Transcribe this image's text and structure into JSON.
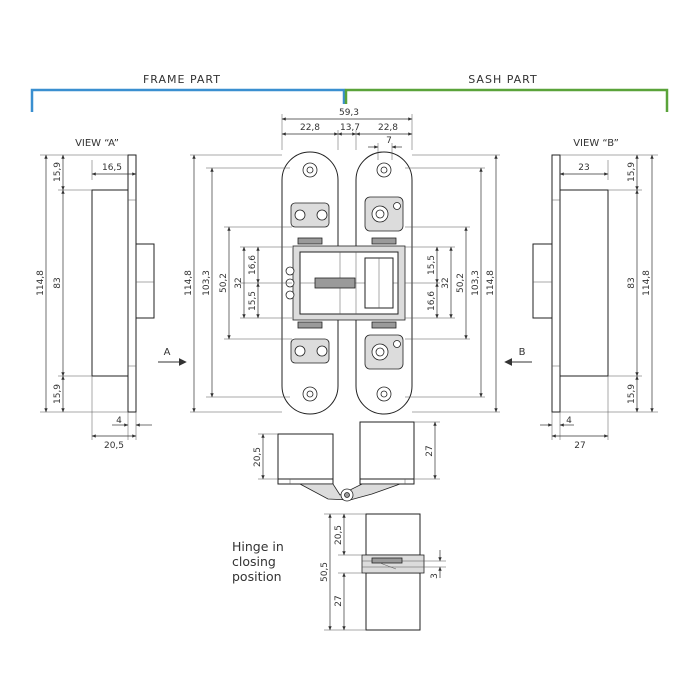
{
  "headers": {
    "frame_part": "FRAME PART",
    "sash_part": "SASH PART",
    "frame_color": "#3a8fd0",
    "sash_color": "#5aa33a"
  },
  "views": {
    "view_a": "VIEW “A”",
    "view_b": "VIEW “B”"
  },
  "arrows": {
    "a": "A",
    "b": "B"
  },
  "note": {
    "line1": "Hinge in",
    "line2": "closing",
    "line3": "position"
  },
  "dims": {
    "top_overall": "59,3",
    "top_left": "22,8",
    "top_mid": "13,7",
    "top_right": "22,8",
    "top_small": "7",
    "va_top": "15,9",
    "va_width": "16,5",
    "va_height": "114,8",
    "va_mid": "83",
    "va_bottom": "15,9",
    "va_b4": "4",
    "va_b205": "20,5",
    "vb_top": "15,9",
    "vb_width": "23",
    "vb_height": "114,8",
    "vb_mid": "83",
    "vb_bottom": "15,9",
    "vb_b4": "4",
    "vb_b27": "27",
    "fl_1148": "114,8",
    "fl_1033": "103,3",
    "fl_502": "50,2",
    "fl_32": "32",
    "fl_166": "16,6",
    "fl_155": "15,5",
    "sr_155": "15,5",
    "sr_166": "16,6",
    "sr_32": "32",
    "sr_502": "50,2",
    "sr_1033": "103,3",
    "sr_1148": "114,8",
    "plan_205": "20,5",
    "plan_27": "27",
    "cl_205": "20,5",
    "cl_505": "50,5",
    "cl_27": "27",
    "cl_3": "3"
  }
}
